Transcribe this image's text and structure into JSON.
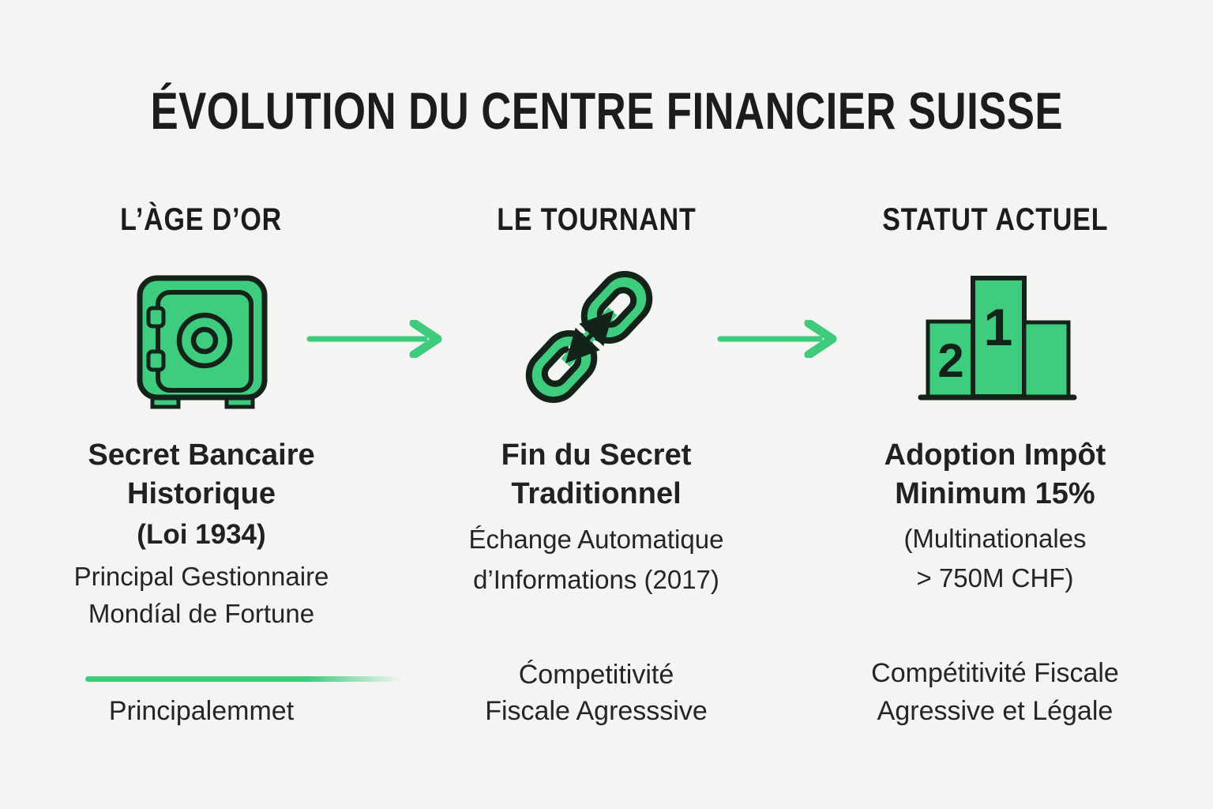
{
  "title": "ÉVOLUTION DU CENTRE FINANCIER SUISSE",
  "colors": {
    "background": "#f4f4f2",
    "green": "#3ecd7f",
    "outline": "#13231a",
    "text": "#1d1f1e"
  },
  "columns": [
    {
      "header": "L’ÀGE D’OR",
      "icon": "safe-icon",
      "heading_line1": "Secret Bancaire",
      "heading_line2": "Historique",
      "subheading": "(Loi 1934)",
      "body_line1": "Principal Gestionnaire",
      "body_line2": "Mondíal de Fortune",
      "footer_line1": "Principalemmet"
    },
    {
      "header": "LE TOURNANT",
      "icon": "chain-link-icon",
      "heading_line1": "Fin du Secret",
      "heading_line2": "Traditionnel",
      "body_line1": "Échange Automatique",
      "body_line2": "d’Informations (2017)",
      "footer_line1": "Ćompetitivité",
      "footer_line2": "Fiscale Agresssive"
    },
    {
      "header": "STATUT ACTUEL",
      "icon": "podium-icon",
      "heading_line1": "Adoption Impôt",
      "heading_line2": "Minimum 15%",
      "body_line1": "(Multinationales",
      "body_line2": "> 750M CHF)",
      "footer_line1": "Compétitivité Fiscale",
      "footer_line2": "Agressive et Légale"
    }
  ],
  "podium": {
    "first": "1",
    "second": "2"
  }
}
